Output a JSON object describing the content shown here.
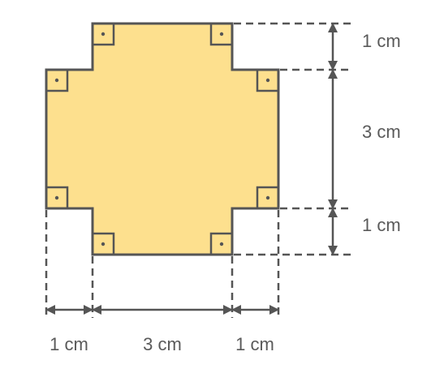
{
  "colors": {
    "fill": "#fde08e",
    "outline": "#555555",
    "dimension": "#555555",
    "text": "#5a5a5a",
    "background": "#ffffff"
  },
  "labels": {
    "right_top": "1 cm",
    "right_middle": "3 cm",
    "right_bottom": "1 cm",
    "bottom_left": "1 cm",
    "bottom_middle": "3 cm",
    "bottom_right": "1 cm"
  },
  "markers": {
    "right_angle_count": 8
  }
}
